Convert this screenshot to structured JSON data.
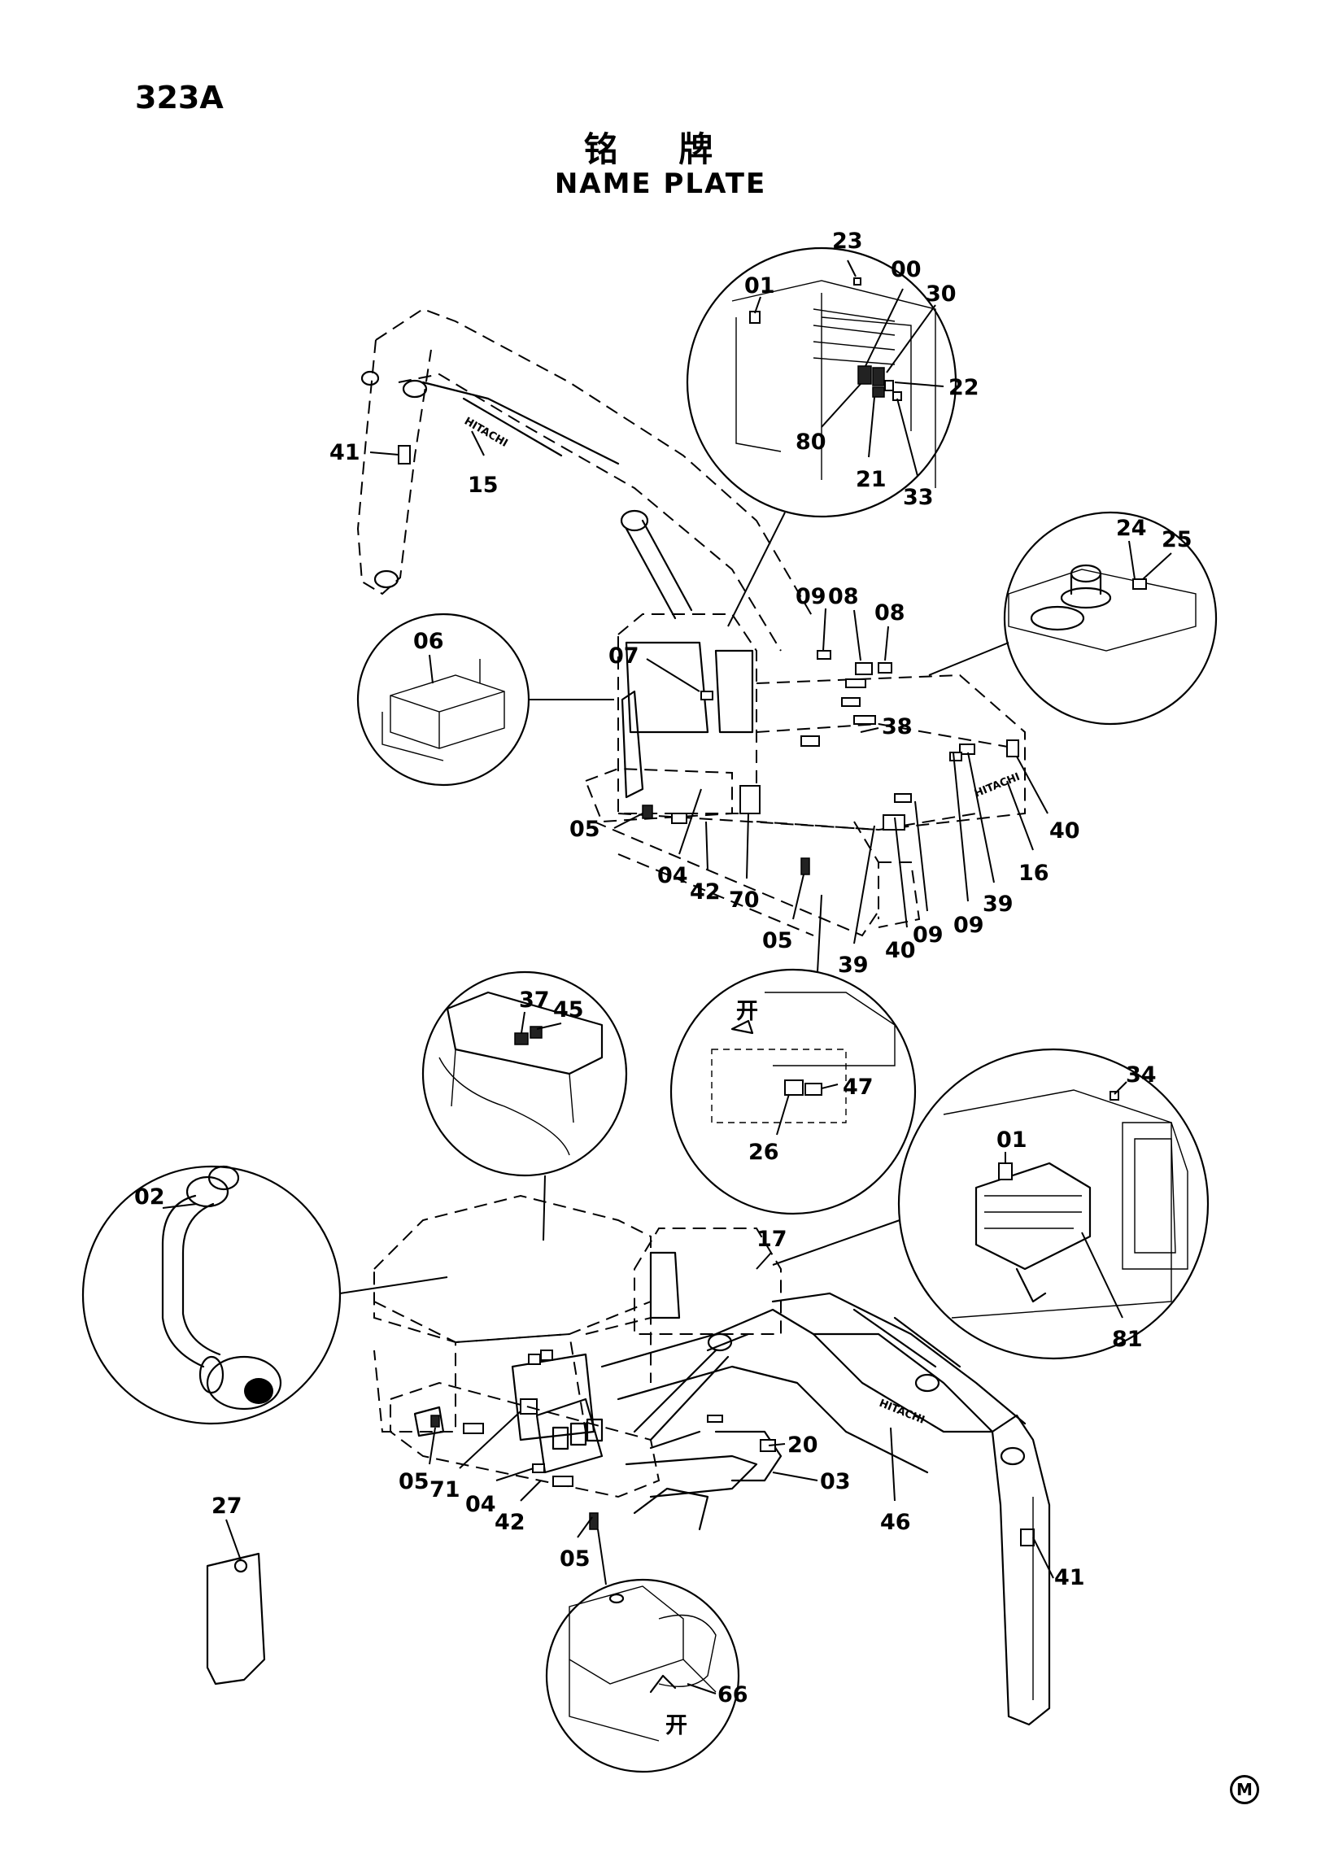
{
  "page_number": "323A",
  "title_cn": "铭 牌",
  "title_en": "NAME PLATE",
  "brand_marks": {
    "boom_top": "HITACHI",
    "counterweight": "HITACHI",
    "boom_bottom": "HITACHI"
  },
  "open_marks": {
    "upper_detail": "开",
    "lower_detail": "开"
  },
  "corner_mark": "M",
  "callouts_top_machine": {
    "c41a": "41",
    "c15": "15",
    "c06": "06",
    "c07": "07",
    "c05a": "05",
    "c04a": "04",
    "c42a": "42",
    "c70": "70",
    "c05b": "05",
    "c09a": "09",
    "c08a": "08",
    "c08b": "08",
    "c38": "38",
    "c09b": "09",
    "c09c": "09",
    "c39a": "39",
    "c16": "16",
    "c40a": "40",
    "c40b": "40",
    "c39b": "39"
  },
  "callouts_cab_detail": {
    "c23": "23",
    "c00": "00",
    "c01": "01",
    "c30": "30",
    "c22": "22",
    "c80": "80",
    "c21": "21",
    "c33": "33"
  },
  "callouts_hood_detail": {
    "c24": "24",
    "c25": "25"
  },
  "callouts_fuel_detail": {
    "c47": "47",
    "c26": "26"
  },
  "callouts_radiator_detail": {
    "c37": "37",
    "c45": "45"
  },
  "callouts_hose_detail": {
    "c02": "02"
  },
  "callouts_cab_interior_detail": {
    "c34": "34",
    "c01": "01",
    "c81": "81"
  },
  "callouts_bottom_machine": {
    "c17": "17",
    "c20": "20",
    "c03": "03",
    "c46": "46",
    "c05a": "05",
    "c71": "71",
    "c04": "04",
    "c42": "42",
    "c05b": "05",
    "c41": "41"
  },
  "callouts_tank_detail": {
    "c66": "66"
  },
  "callouts_tag": {
    "c27": "27"
  }
}
